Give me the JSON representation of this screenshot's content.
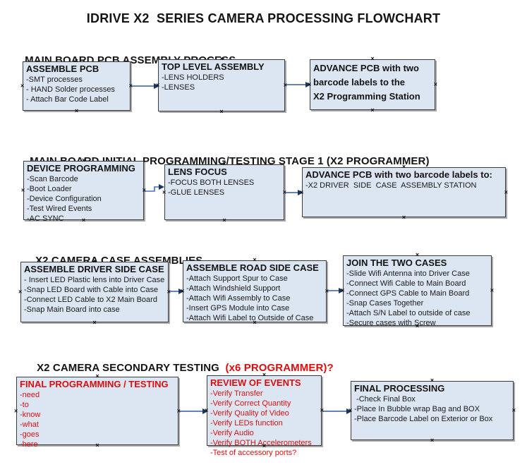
{
  "title": "IDRIVE X2  SERIES CAMERA PROCESSING FLOWCHART",
  "colors": {
    "box_fill": "#dce6f2",
    "box_border": "#3c3c3c",
    "red_text": "#d90f0f",
    "connector_line": "#6384b8",
    "connector_head": "#17365d",
    "elbow_line": "#4472c4"
  },
  "icons": {
    "connection_point": "×"
  },
  "sections": [
    {
      "heading": "MAIN BOARD PCB ASSEMBLY PROCESS",
      "boxes": [
        {
          "title": "ASSEMBLE PCB",
          "items": [
            "-SMT processes",
            "- HAND Solder processes",
            "- Attach Bar Code Label"
          ]
        },
        {
          "title": "TOP LEVEL ASSEMBLY",
          "items": [
            "-LENS HOLDERS",
            "-LENSES"
          ]
        },
        {
          "title": "ADVANCE PCB with two\nbarcode labels to the\n X2 Programming Station",
          "items": []
        }
      ]
    },
    {
      "heading": "MAIN BOARD INITIAL PROGRAMMING/TESTING STAGE 1 (X2 PROGRAMMER)",
      "boxes": [
        {
          "title": "DEVICE PROGRAMMING",
          "items": [
            "-Scan Barcode",
            "-Boot Loader",
            "-Device Configuration",
            "-Test Wired Events",
            "-AC SYNC"
          ]
        },
        {
          "title": "LENS FOCUS",
          "items": [
            "-FOCUS BOTH LENSES",
            "-GLUE LENSES"
          ]
        },
        {
          "title": "ADVANCE PCB with two barcode labels to:",
          "items": [
            "-X2 DRIVER  SIDE  CASE  ASSEMBLY STATION"
          ]
        }
      ]
    },
    {
      "heading": "X2 CAMERA CASE ASSEMBLIES",
      "boxes": [
        {
          "title": "ASSEMBLE DRIVER SIDE CASE",
          "items": [
            "- Insert LED Plastic lens into Driver Case",
            "-Snap LED Board with Cable into Case",
            "-Connect LED Cable to X2 Main Board",
            "-Snap Main Board into case"
          ]
        },
        {
          "title": "ASSEMBLE ROAD SIDE CASE",
          "items": [
            "-Attach Support Spur to Case",
            "-Attach Windshield Support",
            "-Attach Wifi Assembly to Case",
            "-Insert GPS Module into Case",
            "-Attach Wifi Label to Outside of Case"
          ]
        },
        {
          "title": "JOIN THE TWO CASES",
          "items": [
            "-Slide Wifi Antenna into Driver Case",
            "-Connect Wifi Cable to Main Board",
            "-Connect GPS Cable to Main Board",
            "-Snap Cases Together",
            "-Attach S/N Label to outside of case",
            "-Secure cases with Screw"
          ]
        }
      ]
    },
    {
      "heading": "X2 CAMERA SECONDARY TESTING ",
      "heading_red": " (x6 PROGRAMMER)?",
      "boxes": [
        {
          "title": "FINAL PROGRAMMING / TESTING",
          "red": true,
          "items": [
            "-need",
            "-to",
            "-know",
            "-what",
            "-goes",
            "-here"
          ]
        },
        {
          "title": "REVIEW OF EVENTS",
          "red": true,
          "items": [
            "-Verify Transfer",
            "-Verify Correct Quantity",
            "-Verify Quality of Video",
            "-Verify LEDs function",
            "-Verify Audio",
            "-Verify BOTH Accelerometers",
            "-Test of accessory ports?"
          ]
        },
        {
          "title": "FINAL PROCESSING",
          "items": [
            " -Check Final Box",
            "-Place In Bubble wrap Bag and BOX",
            "-Place Barcode Label on Exterior or Box"
          ]
        }
      ]
    }
  ]
}
